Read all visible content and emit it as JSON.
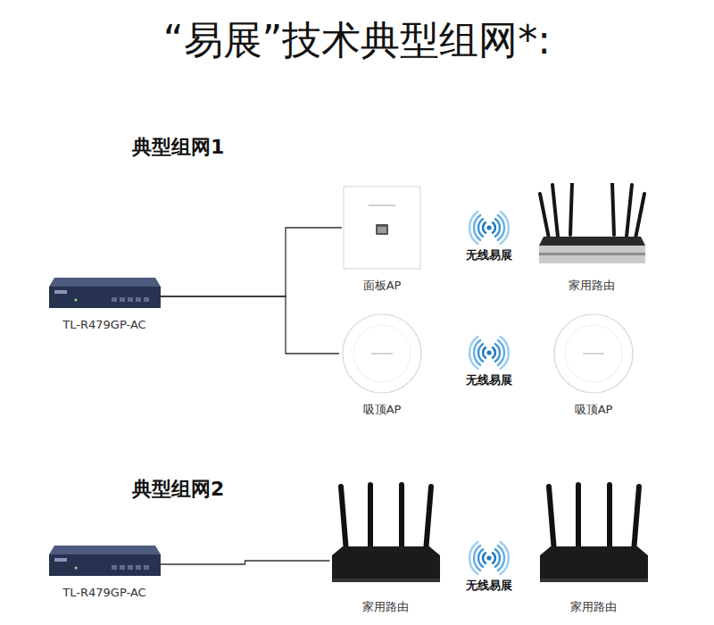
{
  "diagram": {
    "title": "“易展”技术典型组网*:",
    "nodes": [
      {
        "text": [
          "TL-R479GP-AC"
        ]
      },
      {
        "text": [
          "面板AP"
        ]
      },
      {
        "text": [
          "家用路由"
        ]
      },
      {
        "text": [
          "吸顶AP"
        ]
      },
      {
        "text": [
          "吸顶AP"
        ]
      },
      {
        "text": [
          "TL-R479GP-AC"
        ]
      },
      {
        "text": [
          "家用路由"
        ]
      },
      {
        "text": [
          "家用路由"
        ]
      }
    ],
    "edges": [
      {
        "from": 0,
        "to": 1,
        "arrow": "none"
      },
      {
        "from": 0,
        "to": 3,
        "arrow": "none"
      },
      {
        "from": 5,
        "to": 6,
        "arrow": "none"
      }
    ],
    "labels": [
      "典型组网1",
      "无线易展",
      "无线易展",
      "典型组网2",
      "无线易展"
    ]
  }
}
